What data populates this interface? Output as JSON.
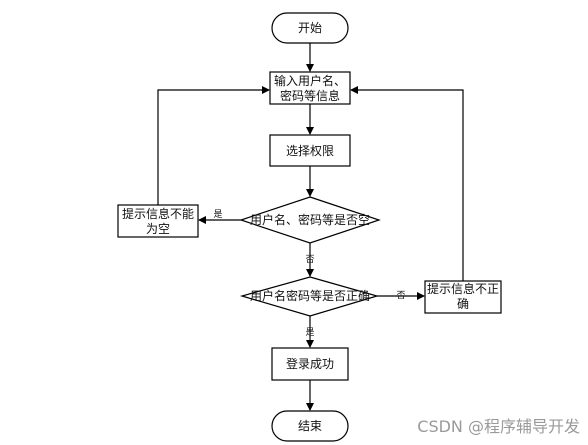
{
  "nodes": {
    "start": "开始",
    "input_line1": "输入用户名、",
    "input_line2": "密码等信息",
    "select_role": "选择权限",
    "check_empty": "用户名、密码等是否空",
    "check_correct": "用户名密码等是否正确",
    "hint_empty_line1": "提示信息不能",
    "hint_empty_line2": "为空",
    "hint_wrong_line1": "提示信息不正",
    "hint_wrong_line2": "确",
    "login_success": "登录成功",
    "end": "结束"
  },
  "edges": {
    "empty_yes": "是",
    "empty_no": "否",
    "correct_no": "否",
    "correct_yes": "是"
  },
  "watermark": "CSDN @程序辅导开发"
}
